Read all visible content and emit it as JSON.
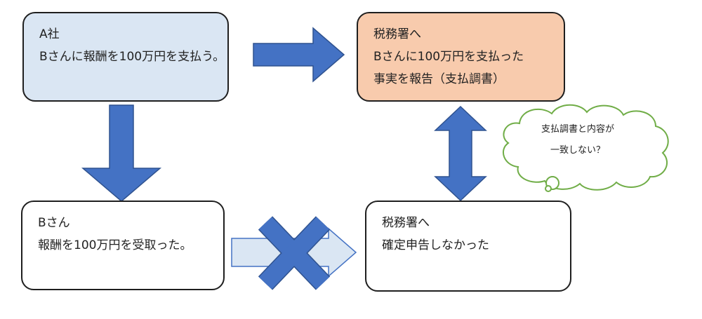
{
  "colors": {
    "box_a_fill": "#dae6f3",
    "box_tax_report_fill": "#f8cbad",
    "arrow_blue": "#4472c4",
    "arrow_light": "#dae6f3",
    "cloud_stroke": "#70ad47",
    "text": "#222222"
  },
  "boxes": {
    "company_a": {
      "lines": [
        "A社",
        "Bさんに報酬を100万円を支払う。"
      ]
    },
    "tax_office_report": {
      "lines": [
        "税務署へ",
        "Bさんに100万円を支払った",
        "事実を報告（支払調書）"
      ]
    },
    "person_b": {
      "lines": [
        "Bさん",
        "報酬を100万円を受取った。"
      ]
    },
    "tax_office_no_filing": {
      "lines": [
        "税務署へ",
        "確定申告しなかった"
      ]
    }
  },
  "thought_bubble": {
    "lines": [
      "支払調書と内容が",
      "一致しない？"
    ]
  },
  "icons": {
    "arrow_right": "arrow-right-icon",
    "arrow_down": "arrow-down-icon",
    "arrow_updown": "double-arrow-updown-icon",
    "cross": "cross-icon",
    "cloud": "thought-cloud-icon"
  }
}
